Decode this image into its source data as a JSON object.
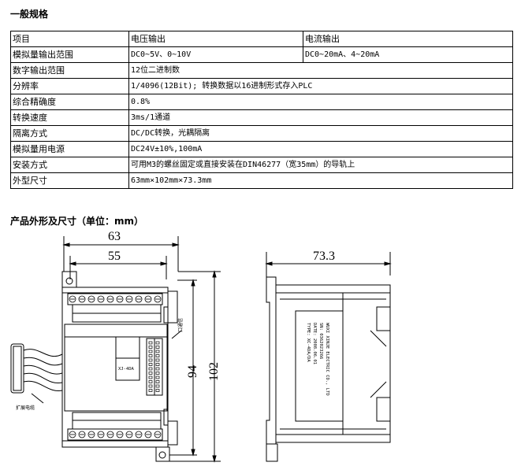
{
  "section_general": "一般规格",
  "spec_table": {
    "rows": [
      [
        "项目",
        "电压输出",
        "电流输出"
      ],
      [
        "模拟量输出范围",
        "DC0~5V、0~10V",
        "DC0~20mA、4~20mA"
      ],
      [
        "数字输出范围",
        "12位二进制数"
      ],
      [
        "分辨率",
        "1/4096(12Bit); 转换数据以16进制形式存入PLC"
      ],
      [
        "综合精确度",
        "0.8%"
      ],
      [
        "转换速度",
        "3ms/1通道"
      ],
      [
        "隔离方式",
        "DC/DC转换，光耦隔离"
      ],
      [
        "模拟量用电源",
        "DC24V±10%,100mA"
      ],
      [
        "安装方式",
        "可用M3的螺丝固定或直接安装在DIN46277（宽35mm）的导轨上"
      ],
      [
        "外型尺寸",
        "63mm×102mm×73.3mm"
      ]
    ]
  },
  "section_dimensions": "产品外形及尺寸（单位：mm）",
  "dimensions": {
    "width_total": "63",
    "width_holes": "55",
    "height_total": "102",
    "height_holes": "94",
    "depth": "73.3",
    "port_label": "口通信",
    "cable_label": "扩展电缆",
    "model_label": "XJ-4DA",
    "plate_lines": [
      "TYPE: XC-4DA/DA",
      "DATE: 2008.06.01",
      "SN: 0362023266",
      "WUXI XINJE ELECTRIC CO., LTD"
    ]
  }
}
